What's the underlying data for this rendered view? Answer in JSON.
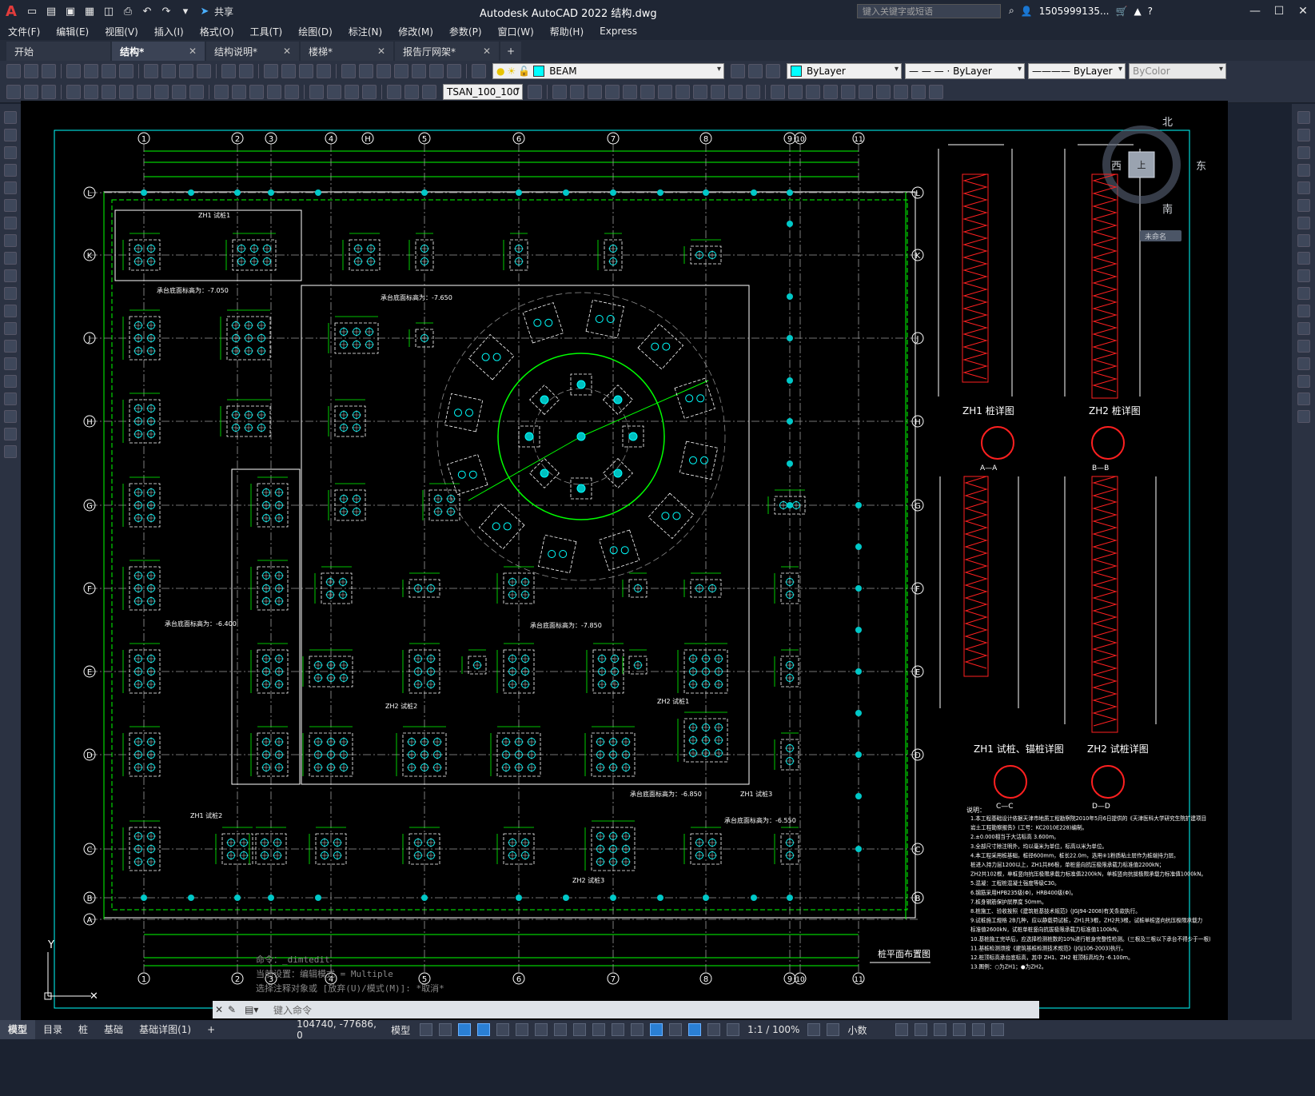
{
  "app": {
    "title": "Autodesk AutoCAD 2022    结构.dwg",
    "logo": "A",
    "share_label": "共享",
    "search_placeholder": "键入关键字或短语",
    "user": "1505999135...",
    "window_controls": [
      "—",
      "☐",
      "✕"
    ]
  },
  "menu": {
    "items": [
      "文件(F)",
      "编辑(E)",
      "视图(V)",
      "插入(I)",
      "格式(O)",
      "工具(T)",
      "绘图(D)",
      "标注(N)",
      "修改(M)",
      "参数(P)",
      "窗口(W)",
      "帮助(H)",
      "Express"
    ]
  },
  "tabs": {
    "items": [
      {
        "label": "开始"
      },
      {
        "label": "结构*"
      },
      {
        "label": "结构说明*"
      },
      {
        "label": "楼梯*"
      },
      {
        "label": "报告厅网架*"
      }
    ],
    "add": "+"
  },
  "toolbar": {
    "layer_name": "BEAM",
    "color": "ByLayer",
    "linetype": "— — — · ByLayer",
    "lineweight": "———— ByLayer",
    "plotstyle": "ByColor",
    "dimstyle": "TSAN_100_100"
  },
  "viewcube": {
    "north": "北",
    "south": "南",
    "east": "东",
    "west": "西",
    "top": "上",
    "wcs": "未命名"
  },
  "drawing": {
    "grid_cols": [
      "1",
      "2",
      "3",
      "4",
      "H",
      "5",
      "6",
      "7",
      "8",
      "9",
      "10",
      "11"
    ],
    "grid_rows": [
      "L",
      "K",
      "J",
      "H",
      "G",
      "F",
      "E",
      "D",
      "C",
      "B",
      "A"
    ],
    "plan_title": "桩平面布置图",
    "details": [
      {
        "title": "ZH1 桩详图",
        "section": "A—A"
      },
      {
        "title": "ZH2 桩详图",
        "section": "B—B"
      },
      {
        "title": "ZH1 试桩、锚桩详图",
        "section": "C—C"
      },
      {
        "title": "ZH2 试桩详图",
        "section": "D—D"
      }
    ],
    "notes_title": "说明：",
    "notes": [
      "1.本工程基础设计依据天津市地质工程勘察院2010年5月6日提供的《天津医科大学研究生院扩建项目",
      "  岩土工程勘察报告》(工号：KC2010E228)编制。",
      "2.±0.000相当于大沽标高 3.600m。",
      "3.全部尺寸除注明外，均以毫米为单位，标高以米为单位。",
      "4.本工程采用桩基础，桩径600mm，桩长22.0m，选用⑧1粉质粘土层作为桩端持力层。",
      "  桩进入持力层1200以上，ZH1共86根，单桩竖向抗压极限承载力标准值2200kN；",
      "  ZH2共102根，单桩竖向抗压极限承载力标准值2200kN，单桩竖向抗拔极限承载力标准值1000kN。",
      "5.混凝：工程桩混凝土强度等级C30。",
      "6.钢筋采用HPB235级(Φ)，HRB400级(Φ)。",
      "7.桩身钢筋保护层厚度 50mm。",
      "8.桩施工、验收按照《建筑桩基技术规范》(JGJ94-2008)有关条款执行。",
      "9.试桩施工规格 2B几种，应以静载荷试桩，ZH1共3根，ZH2共3根，试桩单桩竖向抗压极限承载力",
      "  标准值2600kN，试桩单桩竖向抗拔极限承载力标准值1100kN。",
      "10.基桩施工完毕后，应选择检测桩数的10%进行桩身完整性检测。(三根及三根以下承台不得少于一根)",
      "11.基桩检测须按《建筑基桩检测技术规范》(JGJ106-2003)执行。",
      "12.桩顶标高承台底标高，其中 ZH1、ZH2 桩顶标高均为 -6.100m。",
      "13.图例：○为ZH1；●为ZH2。"
    ],
    "annotations": [
      {
        "text": "ZH1 试桩1"
      },
      {
        "text": "承台底面标高为：-7.050"
      },
      {
        "text": "承台底面标高为：-7.650"
      },
      {
        "text": "承台底面标高为：-6.400"
      },
      {
        "text": "承台底面标高为：-7.850"
      },
      {
        "text": "承台底面标高为：-6.850"
      },
      {
        "text": "承台底面标高为：-6.550"
      },
      {
        "text": "ZH2 试桩2"
      },
      {
        "text": "ZH2 试桩1"
      },
      {
        "text": "ZH1 试桩2"
      },
      {
        "text": "ZH1 试桩3"
      },
      {
        "text": "ZH2 试桩3"
      }
    ]
  },
  "command": {
    "history": [
      "命令：_dimtedit",
      "当前设置：编辑模式 = Multiple",
      "选择注释对象或 [放弃(U)/模式(M)]: *取消*"
    ],
    "placeholder": "键入命令"
  },
  "status": {
    "layouts": [
      "模型",
      "目录",
      "桩",
      "基础",
      "基础详图(1)"
    ],
    "add_layout": "+",
    "coords": "104740, -77686, 0",
    "space": "模型",
    "scale": "1:1 / 100%",
    "units": "小数"
  }
}
